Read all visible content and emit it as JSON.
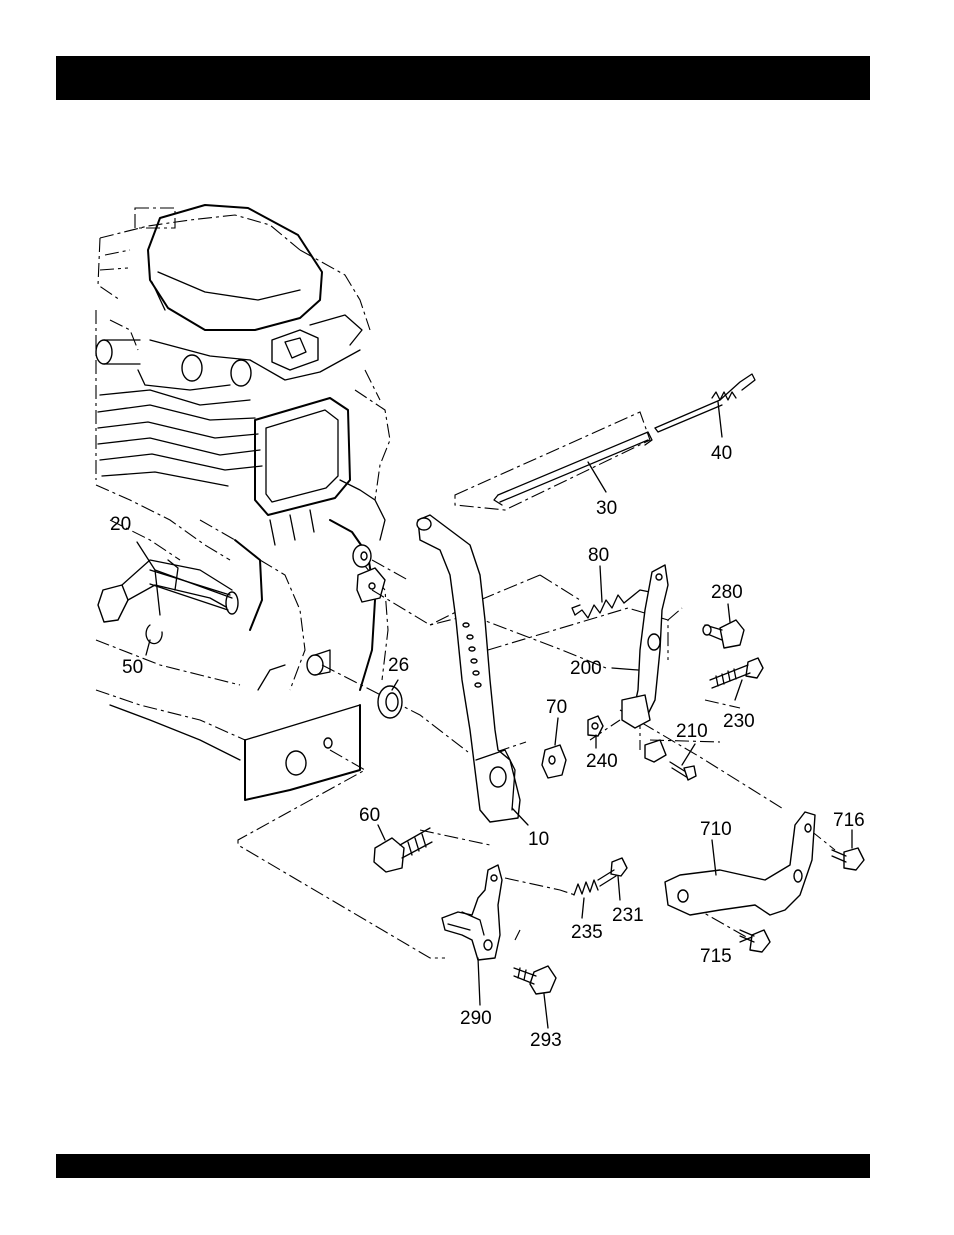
{
  "part_labels": {
    "p10": "10",
    "p20": "20",
    "p26": "26",
    "p30": "30",
    "p40": "40",
    "p50": "50",
    "p60": "60",
    "p70": "70",
    "p80": "80",
    "p200": "200",
    "p210": "210",
    "p230": "230",
    "p231": "231",
    "p235": "235",
    "p240": "240",
    "p280": "280",
    "p290": "290",
    "p293": "293",
    "p710": "710",
    "p715": "715",
    "p716": "716"
  },
  "colors": {
    "ink": "#000000",
    "paper": "#ffffff"
  }
}
